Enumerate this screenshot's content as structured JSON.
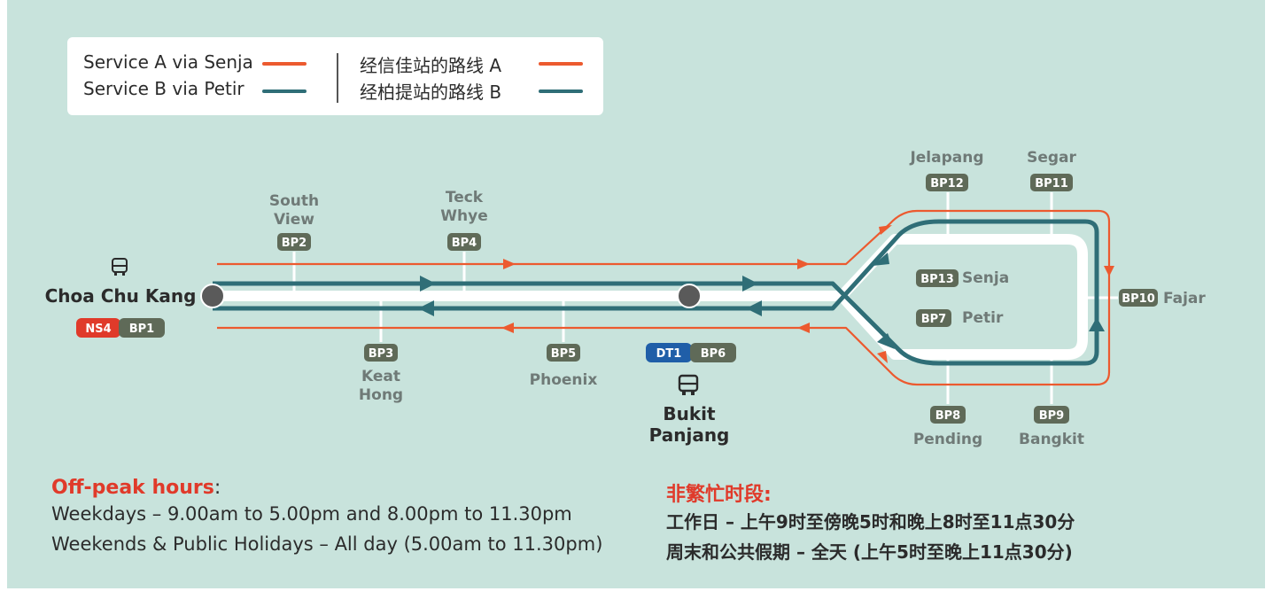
{
  "colors": {
    "background": "#c8e3dc",
    "service_a": "#ec5a2f",
    "service_b": "#2f6e77",
    "track": "#ffffff",
    "station_label": "#6f7a77",
    "code_badge": "#5f6a58",
    "ns_badge": "#e03a2a",
    "dt_badge": "#1f5ea8",
    "title_red": "#e03a2a"
  },
  "legend": {
    "service_a_en": "Service A via Senja",
    "service_b_en": "Service B via Petir",
    "service_a_zh": "经信佳站的路线 A",
    "service_b_zh": "经柏提站的路线 B"
  },
  "stations": {
    "choa_chu_kang": {
      "name": "Choa Chu Kang",
      "code_ns": "NS4",
      "code_bp": "BP1"
    },
    "south_view": {
      "name_l1": "South",
      "name_l2": "View",
      "code": "BP2"
    },
    "keat_hong": {
      "name_l1": "Keat",
      "name_l2": "Hong",
      "code": "BP3"
    },
    "teck_whye": {
      "name_l1": "Teck",
      "name_l2": "Whye",
      "code": "BP4"
    },
    "phoenix": {
      "name": "Phoenix",
      "code": "BP5"
    },
    "bukit_panjang": {
      "name_l1": "Bukit",
      "name_l2": "Panjang",
      "code_dt": "DT1",
      "code_bp": "BP6"
    },
    "petir": {
      "name": "Petir",
      "code": "BP7"
    },
    "pending": {
      "name": "Pending",
      "code": "BP8"
    },
    "bangkit": {
      "name": "Bangkit",
      "code": "BP9"
    },
    "fajar": {
      "name": "Fajar",
      "code": "BP10"
    },
    "segar": {
      "name": "Segar",
      "code": "BP11"
    },
    "jelapang": {
      "name": "Jelapang",
      "code": "BP12"
    },
    "senja": {
      "name": "Senja",
      "code": "BP13"
    }
  },
  "icons": {
    "bus": "bus-icon"
  },
  "offpeak_en": {
    "title": "Off-peak hours",
    "colon": ":",
    "line1": "Weekdays – 9.00am to 5.00pm and 8.00pm to 11.30pm",
    "line2": "Weekends & Public Holidays – All day (5.00am to 11.30pm)"
  },
  "offpeak_zh": {
    "title": "非繁忙时段:",
    "line1": "工作日 – 上午9时至傍晚5时和晚上8时至11点30分",
    "line2": "周末和公共假期 – 全天 (上午5时至晚上11点30分)"
  }
}
